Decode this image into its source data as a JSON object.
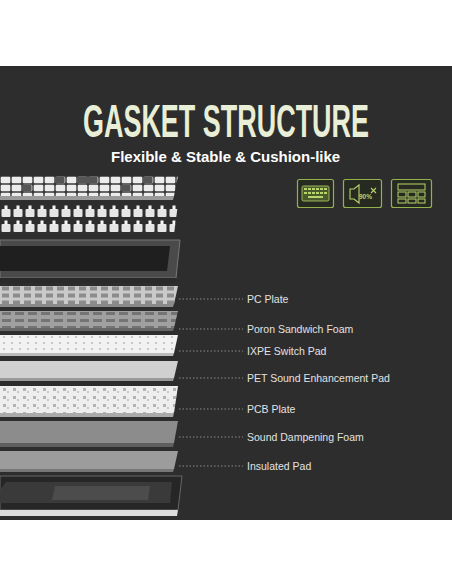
{
  "diagram": {
    "title": "GASKET STRUCTURE",
    "labels": [
      "Flexible & Stable & Cushion-like",
      "90%",
      "PC Plate",
      "Poron Sandwich Foam",
      "IXPE Switch Pad",
      "PET Sound Enhancement Pad",
      "PCB Plate",
      "Sound Dampening Foam",
      "Insulated Pad"
    ]
  }
}
